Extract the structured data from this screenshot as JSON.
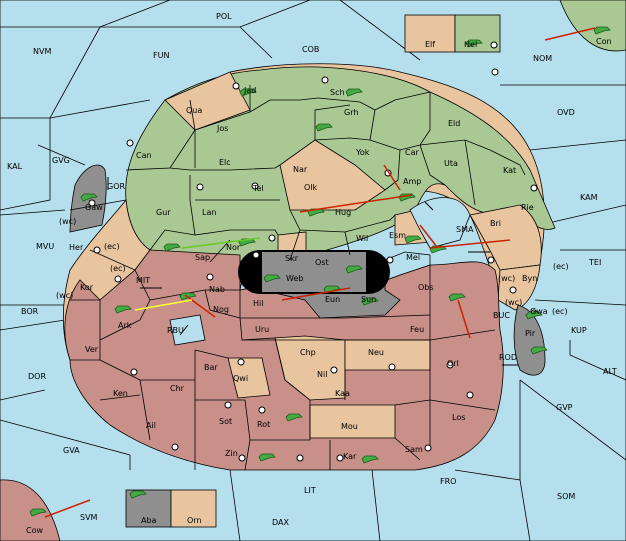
{
  "colors": {
    "sea": "#b6dfee",
    "green_power": "#a9c893",
    "tan_neutral": "#e8c49f",
    "red_power": "#c89088",
    "grey_power": "#8f8f8f",
    "order_arrow": "#cc2200",
    "support_green": "#66cc22",
    "support_yellow": "#ffff33"
  },
  "sea_labels": {
    "pol": "POL",
    "nvm": "NVM",
    "fun": "FUN",
    "cob": "COB",
    "nom": "NOM",
    "ovd": "OVD",
    "kal": "KAL",
    "gvg": "GVG",
    "gor": "GOR",
    "kam": "KAM",
    "mvu": "MVU",
    "sma": "SMA",
    "tei": "TEI",
    "bor": "BOR",
    "mit": "MIT",
    "rbu": "RBU",
    "kup": "KUP",
    "buc": "BUC",
    "dor": "DOR",
    "rod": "ROD",
    "alt": "ALT",
    "gvp": "GVP",
    "gva": "GVA",
    "fro": "FRO",
    "som": "SOM",
    "lit": "LIT",
    "svm": "SVM",
    "dax": "DAX"
  },
  "provinces": {
    "jad": "Jad",
    "sch": "Sch",
    "qua": "Qua",
    "grh": "Grh",
    "jos": "Jos",
    "eld": "Eld",
    "can": "Can",
    "yok": "Yok",
    "car": "Car",
    "elc": "Elc",
    "nar": "Nar",
    "uta": "Uta",
    "kat": "Kat",
    "amp": "Amp",
    "tel": "Tel",
    "olk": "Olk",
    "gur": "Gur",
    "lan": "Lan",
    "hug": "Hug",
    "rie": "Rie",
    "bri": "Bri",
    "gaw": "Gaw",
    "wil": "Wil",
    "esm": "Esm",
    "her": "Her",
    "sap": "Sap",
    "nor": "Nor",
    "skr": "Skr",
    "ost": "Ost",
    "mel": "Mel",
    "web": "Web",
    "byn": "Byn",
    "kor": "Kor",
    "nab": "Nab",
    "obs": "Obs",
    "gwa": "Gwa",
    "hil": "Hil",
    "eun": "Eun",
    "sun": "Sun",
    "ark": "Ark",
    "nog": "Nog",
    "pir": "Pir",
    "uru": "Uru",
    "feu": "Feu",
    "ver": "Ver",
    "chp": "Chp",
    "neu": "Neu",
    "bar": "Bar",
    "qwi": "Qwi",
    "nil": "Nil",
    "orl": "Orl",
    "ken": "Ken",
    "chr": "Chr",
    "kaa": "Kaa",
    "sot": "Sot",
    "rot": "Rot",
    "los": "Los",
    "ail": "Ail",
    "mou": "Mou",
    "zin": "Zin",
    "kar": "Kar",
    "sam": "Sam"
  },
  "coast_tags": {
    "her_wc": "(wc)",
    "her_ec": "(ec)",
    "kor_ec": "(ec)",
    "kor_wc": "(wc)",
    "byn_ec": "(ec)",
    "byn_wc": "(wc)",
    "gwa_wc": "(wc)",
    "gwa_ec": "(ec)"
  },
  "corners": {
    "elf": "Elf",
    "hel": "Hel",
    "con": "Con",
    "cow": "Cow",
    "aba": "Aba",
    "orn": "Orn"
  }
}
